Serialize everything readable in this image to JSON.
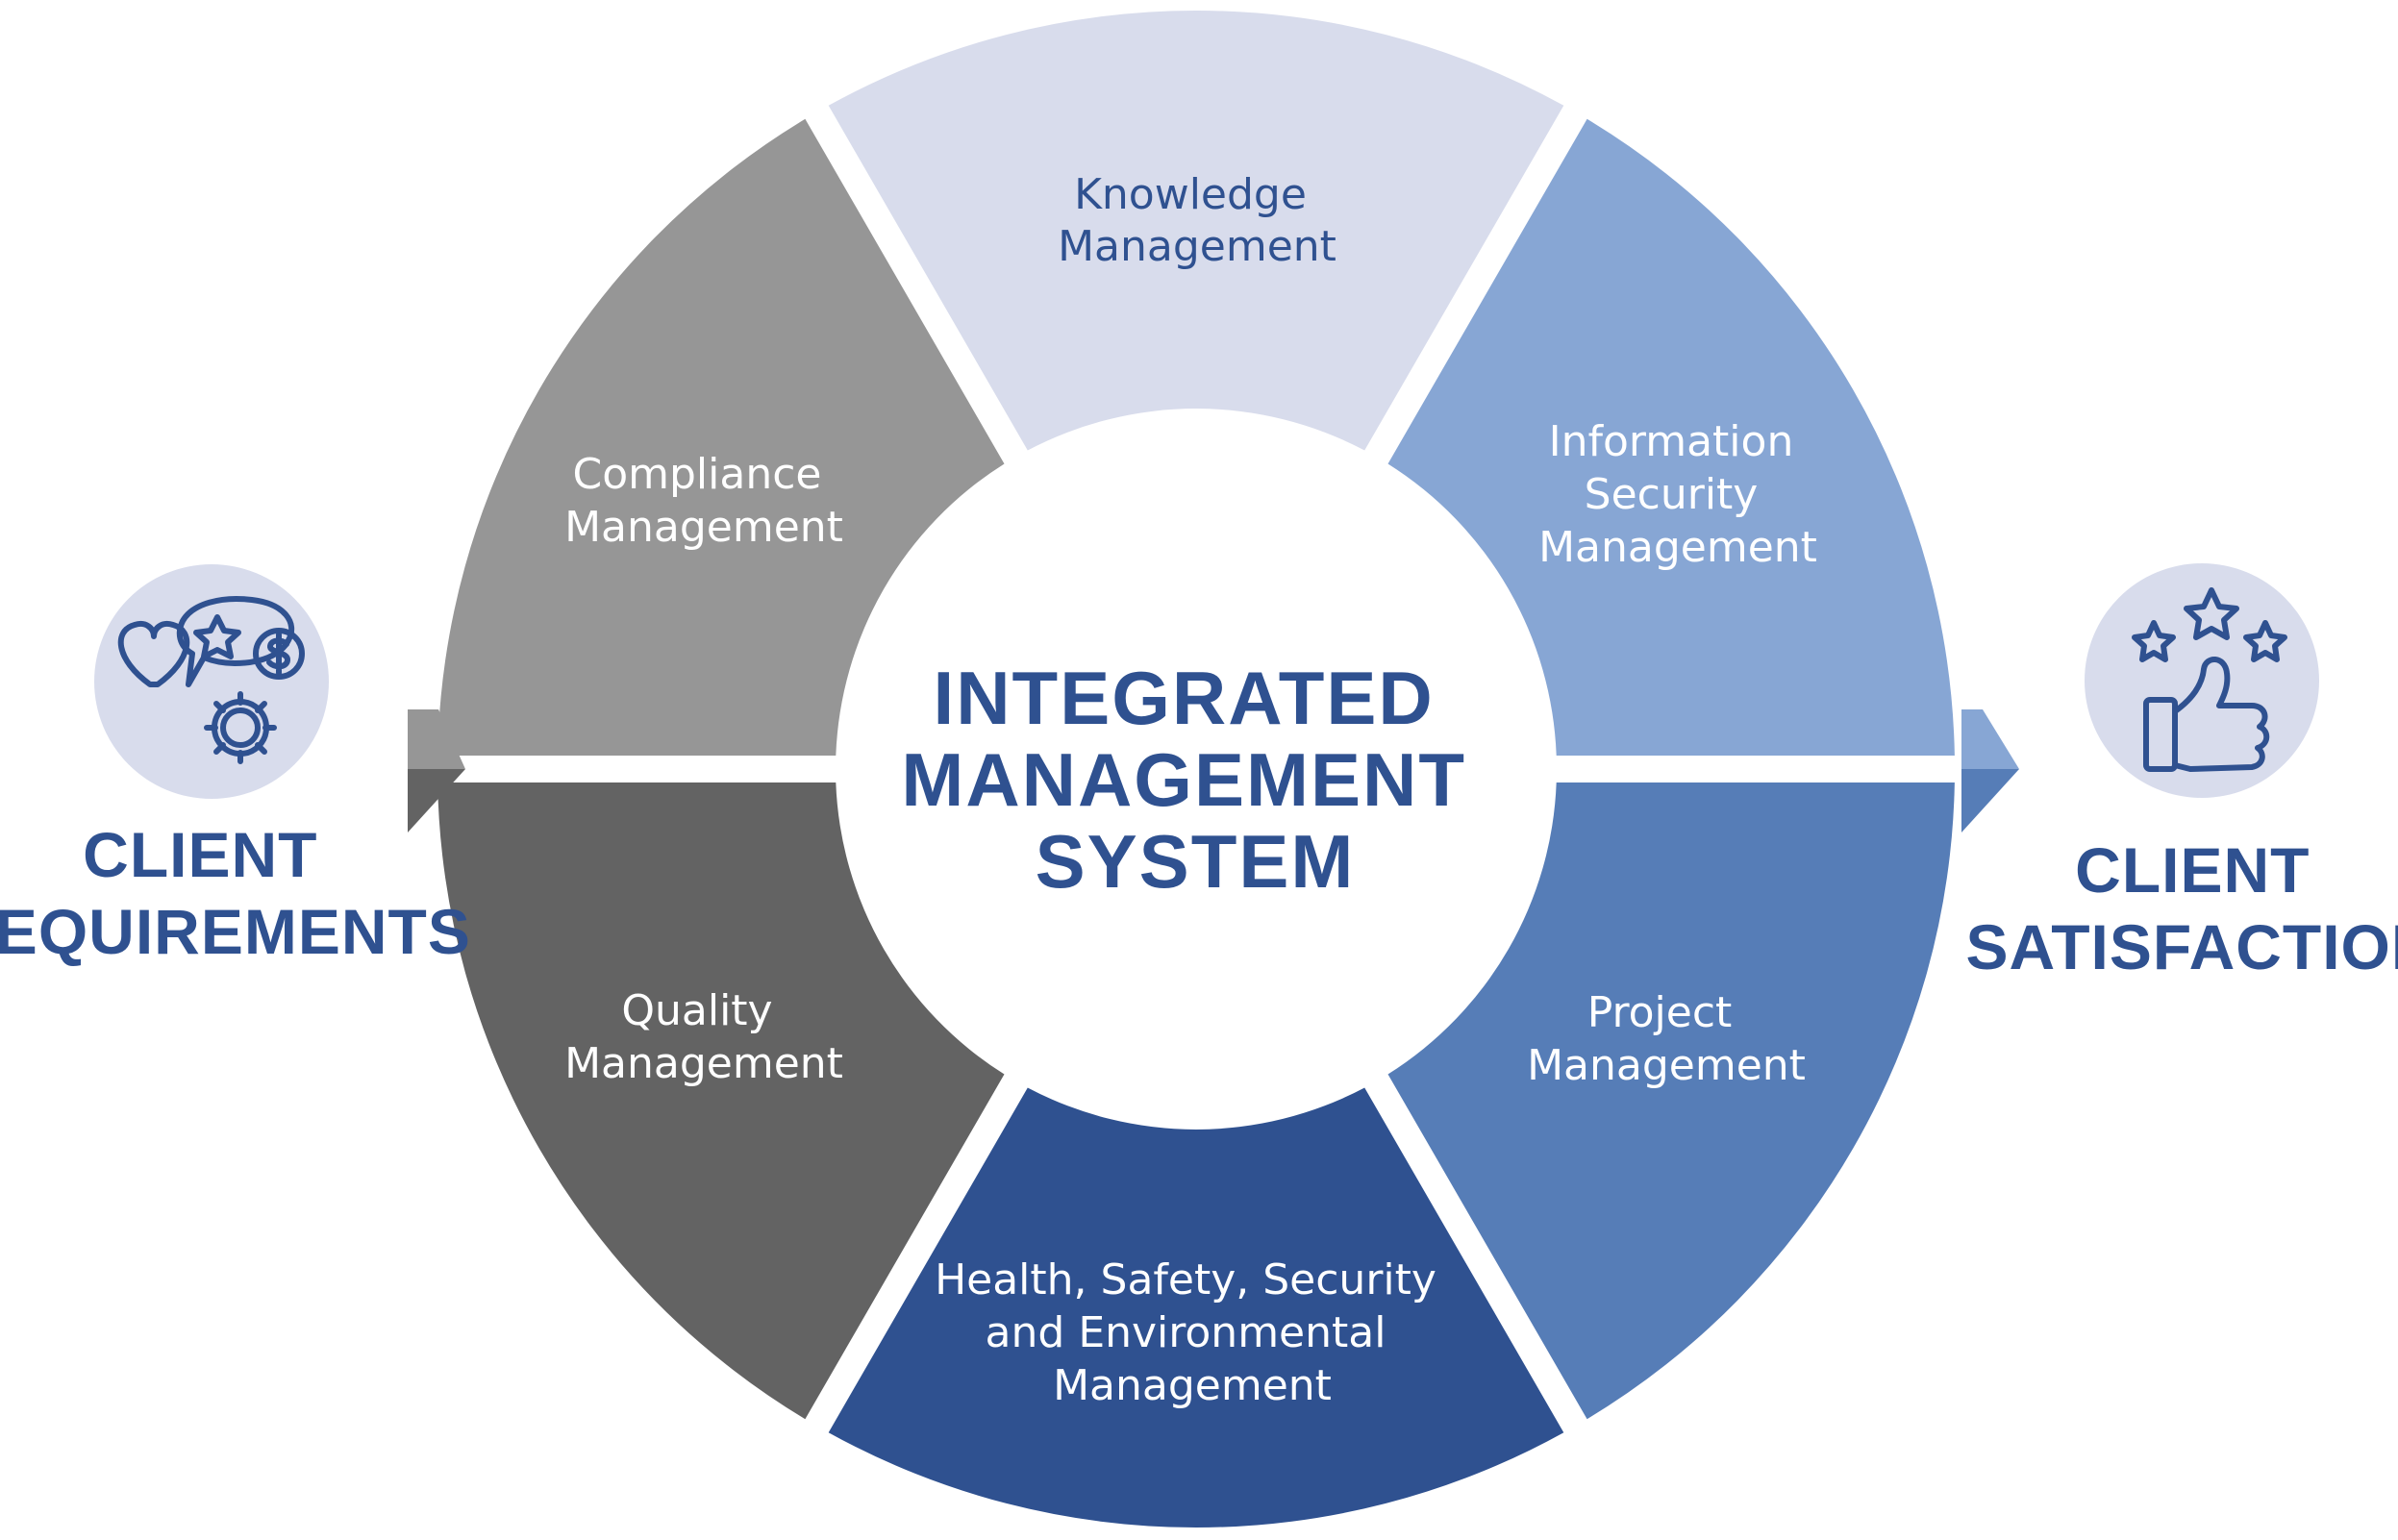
{
  "diagram": {
    "center": {
      "lines": [
        "INTEGRATED",
        "MANAGEMENT",
        "SYSTEM"
      ]
    },
    "segments": [
      {
        "id": "knowledge",
        "lines": [
          "Knowledge",
          "Management"
        ],
        "fill": "#D8DCEC",
        "text_color": "#2F5190"
      },
      {
        "id": "information-security",
        "lines": [
          "Information",
          "Security",
          "Management"
        ],
        "fill": "#87A6D4",
        "text_color": "#FFFFFF"
      },
      {
        "id": "project",
        "lines": [
          "Project",
          "Management"
        ],
        "fill": "#567DB7",
        "text_color": "#FFFFFF"
      },
      {
        "id": "hsse",
        "lines": [
          "Health, Safety, Security",
          "and Environmental",
          "Management"
        ],
        "fill": "#2F5190",
        "text_color": "#FFFFFF"
      },
      {
        "id": "quality",
        "lines": [
          "Quality",
          "Management"
        ],
        "fill": "#636363",
        "text_color": "#FFFFFF"
      },
      {
        "id": "compliance",
        "lines": [
          "Compliance",
          "Management"
        ],
        "fill": "#969696",
        "text_color": "#FFFFFF"
      }
    ],
    "input": {
      "lines": [
        "CLIENT",
        "REQUIREMENTS"
      ],
      "icon": "heart-star-dollar-gear-icon"
    },
    "output": {
      "lines": [
        "CLIENT",
        "SATISFACTION"
      ],
      "icon": "thumbs-up-stars-icon"
    }
  },
  "colors": {
    "brand_blue": "#2F5190",
    "icon_circle": "#D8DCEC",
    "arrow_left_top": "#969696",
    "arrow_left_bottom": "#636363",
    "arrow_right_top": "#87A6D4",
    "arrow_right_bottom": "#567DB7"
  }
}
